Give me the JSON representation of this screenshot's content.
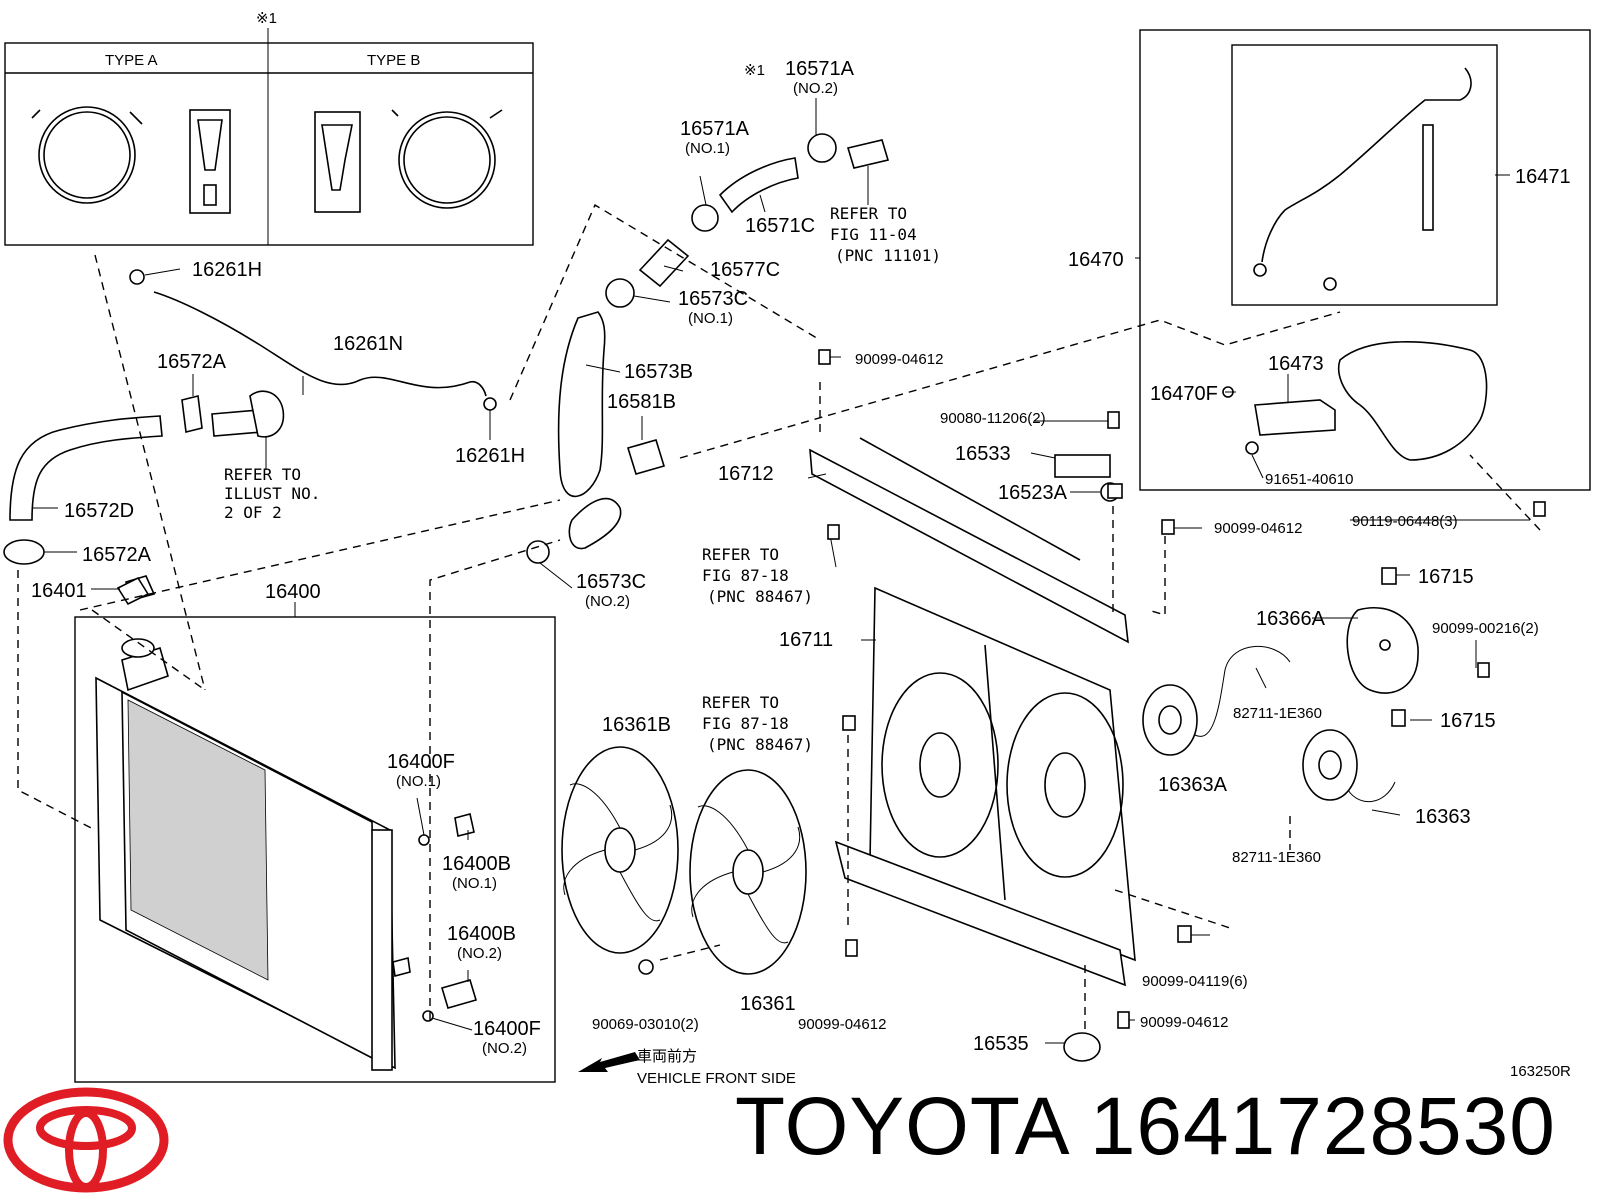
{
  "inset": {
    "note_mark": "※1",
    "type_a": "TYPE A",
    "type_b": "TYPE B"
  },
  "labels": {
    "p16571A_top": "16571A",
    "p16571A_top_mark": "※1",
    "p16571A_top_sub": "(NO.2)",
    "p16571A": "16571A",
    "p16571A_sub": "(NO.1)",
    "p16571C": "16571C",
    "refer_1104_a": "REFER TO",
    "refer_1104_b": "FIG 11-04",
    "refer_1104_c": "(PNC 11101)",
    "p16577C": "16577C",
    "p16573C_1": "16573C",
    "p16573C_1_sub": "(NO.1)",
    "p16573B": "16573B",
    "p16581B": "16581B",
    "p16261H_top": "16261H",
    "p16261N": "16261N",
    "p16572A_top": "16572A",
    "p16261H": "16261H",
    "refer_illust_a": "REFER TO",
    "refer_illust_b": "ILLUST NO.",
    "refer_illust_c": "2 OF 2",
    "p16572D": "16572D",
    "p16572A": "16572A",
    "p16401": "16401",
    "p16400": "16400",
    "p16573C_2": "16573C",
    "p16573C_2_sub": "(NO.2)",
    "p16400F_1": "16400F",
    "p16400F_1_sub": "(NO.1)",
    "p16400B_1": "16400B",
    "p16400B_1_sub": "(NO.1)",
    "p16400B_2": "16400B",
    "p16400B_2_sub": "(NO.2)",
    "p16400F_2": "16400F",
    "p16400F_2_sub": "(NO.2)",
    "front_jp": "車両前方",
    "front_en": "VEHICLE FRONT SIDE",
    "p16361B": "16361B",
    "refer_8718b_a": "REFER TO",
    "refer_8718b_b": "FIG 87-18",
    "refer_8718b_c": "(PNC 88467)",
    "p16361": "16361",
    "b90069": "90069-03010(2)",
    "b90099_bot": "90099-04612",
    "p16711": "16711",
    "p16712": "16712",
    "refer_8718a_a": "REFER TO",
    "refer_8718a_b": "FIG 87-18",
    "refer_8718a_c": "(PNC 88467)",
    "b90099_top": "90099-04612",
    "b90080": "90080-11206(2)",
    "p16533": "16533",
    "p16523A": "16523A",
    "b90099_mid": "90099-04612",
    "b90119": "90119-06448(3)",
    "p16470": "16470",
    "p16471": "16471",
    "p16473": "16473",
    "p16470F": "16470F",
    "b91651": "91651-40610",
    "p16715_a": "16715",
    "p16366A": "16366A",
    "b90099_00216": "90099-00216(2)",
    "p16715_b": "16715",
    "c82711_a": "82711-1E360",
    "p16363A": "16363A",
    "p16363": "16363",
    "c82711_b": "82711-1E360",
    "b90099_04119": "90099-04119(6)",
    "b90099_right": "90099-04612",
    "p16535": "16535",
    "fig_code": "163250R"
  },
  "brand": {
    "title": "TOYOTA 1641728530",
    "logo_color": "#e01c24"
  }
}
